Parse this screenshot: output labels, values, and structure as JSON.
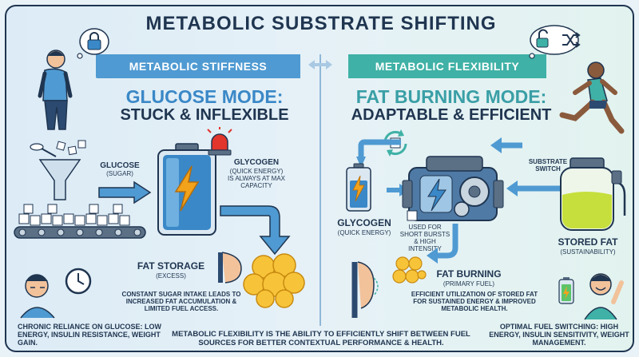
{
  "title": "METABOLIC SUBSTRATE SHIFTING",
  "left": {
    "banner": "METABOLIC STIFFNESS",
    "mode_title": "GLUCOSE MODE:",
    "mode_sub": "STUCK & INFLEXIBLE",
    "glucose_label": "GLUCOSE",
    "glucose_sub": "(SUGAR)",
    "glycogen_label": "GLYCOGEN",
    "glycogen_sub": "(QUICK ENERGY) IS ALWAYS AT MAX CAPACITY",
    "fat_storage_label": "FAT STORAGE",
    "fat_storage_sub": "(EXCESS)",
    "fat_storage_desc": "CONSTANT SUGAR INTAKE LEADS TO INCREASED FAT ACCUMULATION & LIMITED FUEL ACCESS.",
    "caption": "CHRONIC RELIANCE ON GLUCOSE: LOW ENERGY, INSULIN RESISTANCE, WEIGHT GAIN."
  },
  "right": {
    "banner": "METABOLIC FLEXIBILITY",
    "mode_title": "FAT BURNING MODE:",
    "mode_sub": "ADAPTABLE & EFFICIENT",
    "substrate_switch": "SUBSTRATE SWITCH",
    "glycogen_label": "GLYCOGEN",
    "glycogen_sub": "(QUICK ENERGY)",
    "used_for": "USED FOR SHORT BURSTS & HIGH INTENSITY",
    "stored_fat_label": "STORED FAT",
    "stored_fat_sub": "(SUSTAINABILITY)",
    "fat_burning_label": "FAT BURNING",
    "fat_burning_sub": "(PRIMARY FUEL)",
    "fat_burning_desc": "EFFICIENT UTILIZATION OF STORED FAT FOR SUSTAINED ENERGY & IMPROVED METABOLIC HEALTH.",
    "caption": "OPTIMAL FUEL SWITCHING: HIGH ENERGY, INSULIN SENSITIVITY, WEIGHT MANAGEMENT."
  },
  "footer": "METABOLIC FLEXIBILITY IS THE ABILITY TO EFFICIENTLY SHIFT BETWEEN FUEL SOURCES FOR BETTER CONTEXTUAL PERFORMANCE & HEALTH.",
  "colors": {
    "navy": "#1f3550",
    "blue": "#4f9ad2",
    "teal": "#3fb1a6",
    "orange": "#f2a21b",
    "red": "#e2352b"
  },
  "icons": [
    "lock-icon",
    "unlock-icon",
    "shuffle-icon",
    "lightning-icon",
    "clock-icon",
    "battery-icon",
    "warning-light-icon",
    "refresh-icon"
  ]
}
